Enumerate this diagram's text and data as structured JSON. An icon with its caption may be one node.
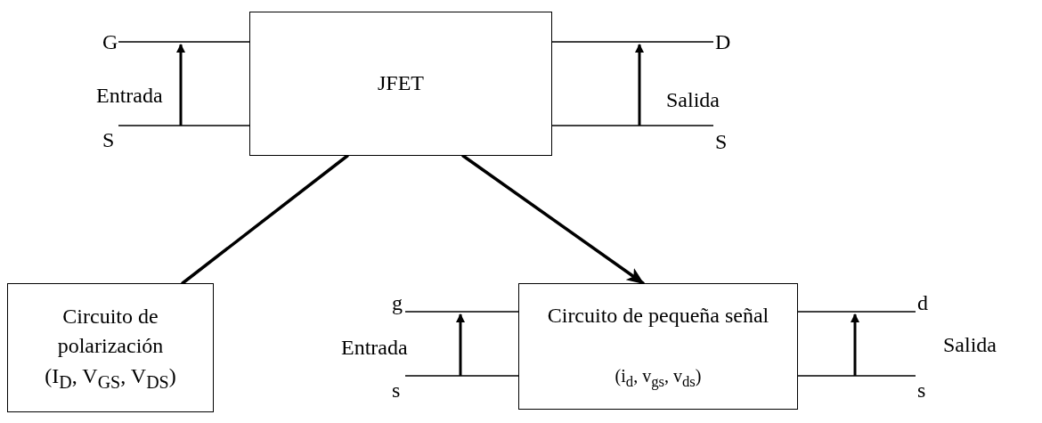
{
  "diagram": {
    "nodes": [
      {
        "text": [
          "JFET"
        ]
      },
      {
        "text": [
          "G"
        ]
      },
      {
        "text": [
          "S"
        ]
      },
      {
        "text": [
          "D"
        ]
      },
      {
        "text": [
          "S"
        ]
      },
      {
        "text": [
          "Circuito de polarización",
          "(I$_{D}$, V$_{GS}$, V$_{DS}$)"
        ]
      },
      {
        "text": [
          "Circuito de pequeña señal",
          "(i$_{d}$, v$_{gs}$, v$_{ds}$)"
        ]
      },
      {
        "text": [
          "g"
        ]
      },
      {
        "text": [
          "s"
        ]
      },
      {
        "text": [
          "d"
        ]
      },
      {
        "text": [
          "s"
        ]
      }
    ],
    "edges": [
      {
        "from": 0,
        "to": 5,
        "arrow": "none",
        "style": "thick"
      },
      {
        "from": 0,
        "to": 6,
        "arrow": "to",
        "style": "thick"
      },
      {
        "from": 1,
        "to": 0,
        "arrow": "none"
      },
      {
        "from": 2,
        "to": 0,
        "arrow": "none"
      },
      {
        "from": 0,
        "to": 3,
        "arrow": "none"
      },
      {
        "from": 0,
        "to": 4,
        "arrow": "none"
      },
      {
        "from": 7,
        "to": 6,
        "arrow": "none"
      },
      {
        "from": 8,
        "to": 6,
        "arrow": "none"
      },
      {
        "from": 6,
        "to": 9,
        "arrow": "none"
      },
      {
        "from": 6,
        "to": 10,
        "arrow": "none"
      }
    ],
    "labels": [
      "Entrada",
      "Salida",
      "Entrada",
      "Salida"
    ]
  }
}
